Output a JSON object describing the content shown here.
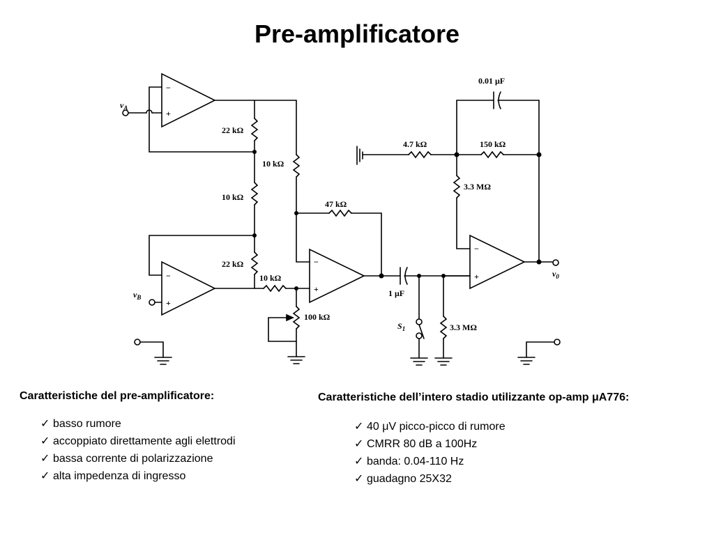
{
  "title": "Pre-amplificatore",
  "circuit": {
    "labels": {
      "vA": "v",
      "vA_sub": "A",
      "vB": "v",
      "vB_sub": "B",
      "r22k_top": "22 kΩ",
      "r10k_mid": "10 kΩ",
      "r22k_bot": "22 kΩ",
      "r10k_right": "10 kΩ",
      "r10k_in": "10 kΩ",
      "r47k": "47 kΩ",
      "r100k": "100 kΩ",
      "c1uf": "1 μF",
      "s1": "S",
      "s1_sub": "1",
      "r3m3_gnd": "3.3 MΩ",
      "r4k7": "4.7 kΩ",
      "r150k": "150 kΩ",
      "c001": "0.01 μF",
      "r3m3_fb": "3.3 MΩ",
      "vo": "v",
      "vo_sub": "0",
      "minus": "−",
      "plus": "+"
    }
  },
  "left": {
    "heading": "Caratteristiche del pre-amplificatore:",
    "items": [
      "basso rumore",
      "accoppiato direttamente agli elettrodi",
      "bassa corrente di polarizzazione",
      "alta impedenza di ingresso"
    ]
  },
  "right": {
    "heading": "Caratteristiche dell’intero stadio utilizzante op-amp μA776:",
    "items": [
      "40 μV picco-picco di rumore",
      "CMRR 80 dB a 100Hz",
      "banda: 0.04-110 Hz",
      "guadagno 25X32"
    ]
  }
}
